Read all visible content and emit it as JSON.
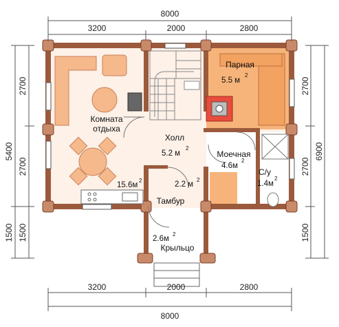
{
  "dimensions": {
    "top_total": "8000",
    "top_left": "3200",
    "top_middle": "2000",
    "top_right": "2800",
    "bottom_total": "8000",
    "bottom_left": "3200",
    "bottom_middle": "2000",
    "bottom_right": "2800",
    "left_outer": "5400",
    "left_upper": "2700",
    "left_lower": "2700",
    "left_porch_outer": "1500",
    "left_porch_inner": "1500",
    "right_outer": "6900",
    "right_upper": "2700",
    "right_lower": "2700",
    "right_porch": "1500"
  },
  "rooms": {
    "lounge": {
      "name_line1": "Комната",
      "name_line2": "отдыха",
      "area": "15.6м",
      "sup": "2"
    },
    "hall": {
      "name": "Холл",
      "area": "5.2 м",
      "sup": "2"
    },
    "sauna": {
      "name": "Парная",
      "area": "5.5 м",
      "sup": "2"
    },
    "washroom": {
      "name": "Моечная",
      "area": "4.6м",
      "sup": "2"
    },
    "wc": {
      "name": "С/у",
      "area": "1.4м",
      "sup": "2"
    },
    "vestibule": {
      "name": "Тамбур",
      "area": "2.2 м",
      "sup": "2"
    },
    "porch": {
      "name": "Крыльцо",
      "area": "2.6м",
      "sup": "2"
    }
  },
  "colors": {
    "wall": "#9c5a3c",
    "log_end": "#c98a6a",
    "sauna_floor": "#f6b47a",
    "interior_floor": "#fdf1e8",
    "furniture": "#f5b98b",
    "dimension_line": "#555555"
  }
}
